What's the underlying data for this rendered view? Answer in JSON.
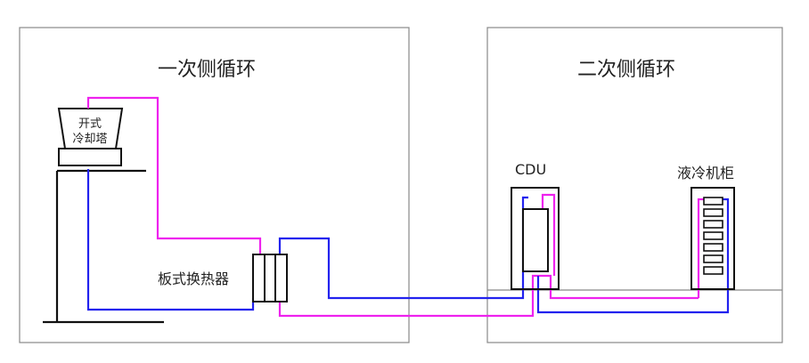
{
  "primary_loop": {
    "title": "一次侧循环"
  },
  "secondary_loop": {
    "title": "二次侧循环"
  },
  "cooling_tower": {
    "line1": "开式",
    "line2": "冷却塔"
  },
  "heat_exchanger": {
    "label": "板式换热器"
  },
  "cdu": {
    "label": "CDU"
  },
  "cabinet": {
    "label": "液冷机柜"
  },
  "colors": {
    "hot_pipe": "#ee22ee",
    "cold_pipe": "#2222ee",
    "box_border": "#888888",
    "equipment": "#111111"
  }
}
